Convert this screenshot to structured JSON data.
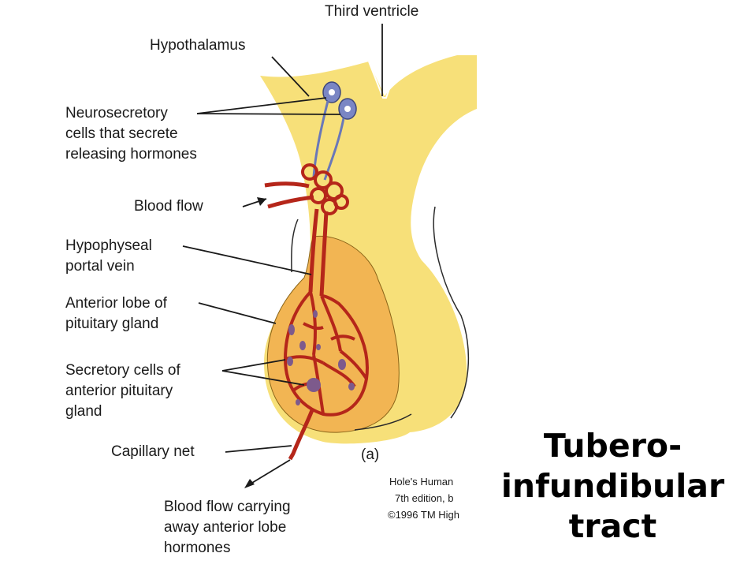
{
  "labels": {
    "third_ventricle": "Third ventricle",
    "hypothalamus": "Hypothalamus",
    "neurosecretory": [
      "Neurosecretory",
      "cells that secrete",
      "releasing hormones"
    ],
    "blood_flow": "Blood flow",
    "portal_vein": [
      "Hypophyseal",
      "portal vein"
    ],
    "anterior_lobe": [
      "Anterior lobe of",
      "pituitary gland"
    ],
    "secretory_cells": [
      "Secretory cells of",
      "anterior pituitary",
      "gland"
    ],
    "capillary_net": "Capillary net",
    "panel_letter": "(a)",
    "blood_flow_away": [
      "Blood flow carrying",
      "away anterior lobe",
      "hormones"
    ]
  },
  "source": [
    "Hole's Human",
    "7th edition, b",
    "©1996 TM High"
  ],
  "title": [
    "Tubero-",
    "infundibular",
    "tract"
  ],
  "colors": {
    "brain_yellow": "#f7e079",
    "anterior_lobe": "#f2b553",
    "vessel_red": "#b5261a",
    "cell_nucleus": "#7d5a8c"
  }
}
